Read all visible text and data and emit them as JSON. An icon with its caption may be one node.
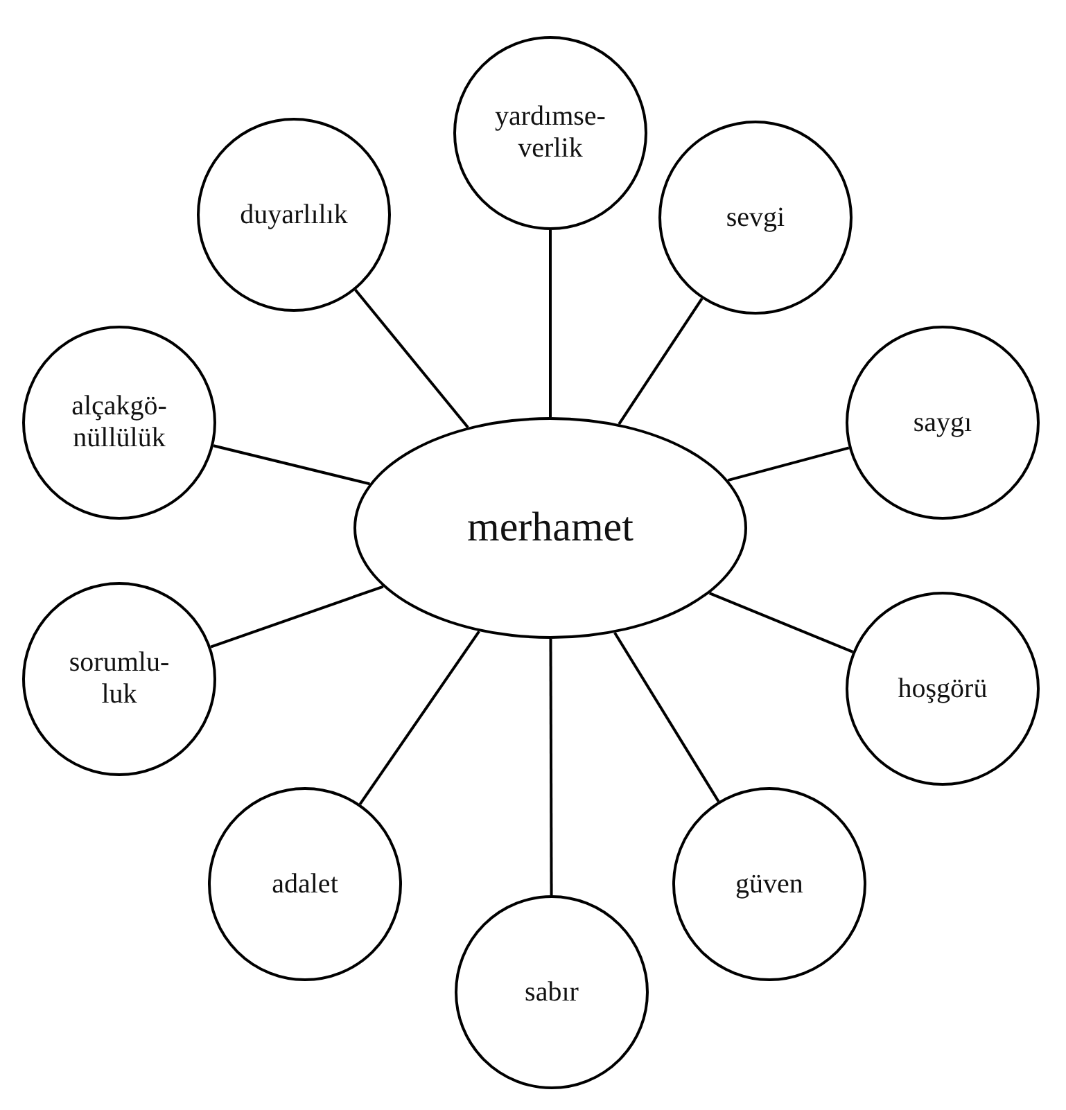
{
  "diagram": {
    "nodes": [
      {
        "text": [
          "merhamet"
        ]
      },
      {
        "text": [
          "yardımse- verlik"
        ]
      },
      {
        "text": [
          "sevgi"
        ]
      },
      {
        "text": [
          "saygı"
        ]
      },
      {
        "text": [
          "hoşgörü"
        ]
      },
      {
        "text": [
          "güven"
        ]
      },
      {
        "text": [
          "sabır"
        ]
      },
      {
        "text": [
          "adalet"
        ]
      },
      {
        "text": [
          "sorumlu- luk"
        ]
      },
      {
        "text": [
          "alçakgö- nüllülük"
        ]
      },
      {
        "text": [
          "duyarlılık"
        ]
      }
    ],
    "edges": [
      {
        "from": 0,
        "to": 1,
        "arrow": "none"
      },
      {
        "from": 0,
        "to": 2,
        "arrow": "none"
      },
      {
        "from": 0,
        "to": 3,
        "arrow": "none"
      },
      {
        "from": 0,
        "to": 4,
        "arrow": "none"
      },
      {
        "from": 0,
        "to": 5,
        "arrow": "none"
      },
      {
        "from": 0,
        "to": 6,
        "arrow": "none"
      },
      {
        "from": 0,
        "to": 7,
        "arrow": "none"
      },
      {
        "from": 0,
        "to": 8,
        "arrow": "none"
      },
      {
        "from": 0,
        "to": 9,
        "arrow": "none"
      },
      {
        "from": 0,
        "to": 10,
        "arrow": "none"
      }
    ]
  }
}
